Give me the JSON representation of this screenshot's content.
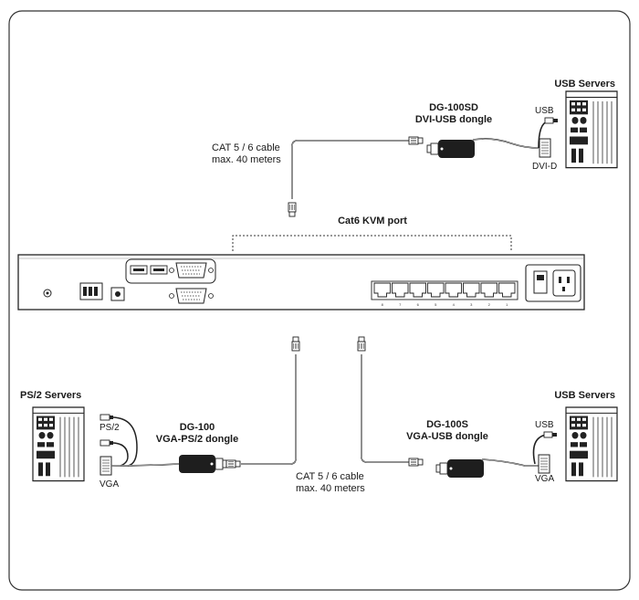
{
  "kvm": {
    "port_label": "Cat6 KVM port",
    "port_numbers": [
      "8",
      "7",
      "6",
      "5",
      "4",
      "3",
      "2",
      "1"
    ]
  },
  "top": {
    "cable": {
      "line1": "CAT 5 / 6 cable",
      "line2": "max. 40 meters"
    },
    "dongle": {
      "model": "DG-100SD",
      "type": "DVI-USB dongle"
    },
    "server": {
      "title": "USB Servers",
      "port_a": "USB",
      "port_b": "DVI-D"
    }
  },
  "left": {
    "server": {
      "title": "PS/2 Servers",
      "port_a": "PS/2",
      "port_b": "VGA"
    },
    "dongle": {
      "model": "DG-100",
      "type": "VGA-PS/2 dongle"
    }
  },
  "bottom": {
    "cable": {
      "line1": "CAT 5 / 6 cable",
      "line2": "max. 40 meters"
    }
  },
  "right": {
    "server": {
      "title": "USB Servers",
      "port_a": "USB",
      "port_b": "VGA"
    },
    "dongle": {
      "model": "DG-100S",
      "type": "VGA-USB dongle"
    }
  }
}
